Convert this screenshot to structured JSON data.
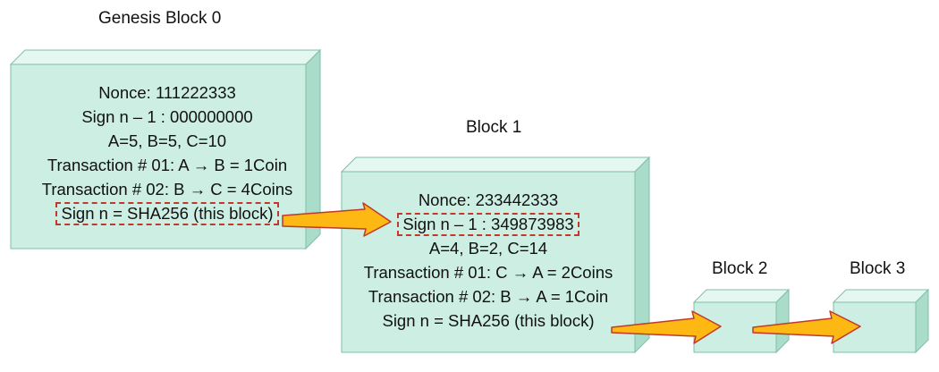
{
  "colors": {
    "face": "#cdeee3",
    "side": "#a9dcc9",
    "top": "#e4f7f0",
    "edge": "#7fbfa8",
    "arrow_fill": "#fdb813",
    "arrow_stroke": "#c0392b",
    "highlight_border": "#c0392b"
  },
  "genesis": {
    "title": "Genesis Block 0",
    "nonce": "Nonce: 111222333",
    "prev_sign": "Sign n – 1 : 000000000",
    "balances": "A=5, B=5, C=10",
    "tx1": "Transaction # 01: A → B = 1Coin",
    "tx2": "Transaction # 02: B → C = 4Coins",
    "sign": "Sign n = SHA256 (this block)"
  },
  "block1": {
    "title": "Block 1",
    "nonce": "Nonce: 233442333",
    "prev_sign": "Sign n – 1 : 349873983",
    "balances": "A=4, B=2, C=14",
    "tx1": "Transaction # 01: C → A = 2Coins",
    "tx2": "Transaction # 02: B → A = 1Coin",
    "sign": "Sign n = SHA256 (this block)"
  },
  "block2": {
    "title": "Block 2"
  },
  "block3": {
    "title": "Block 3"
  }
}
